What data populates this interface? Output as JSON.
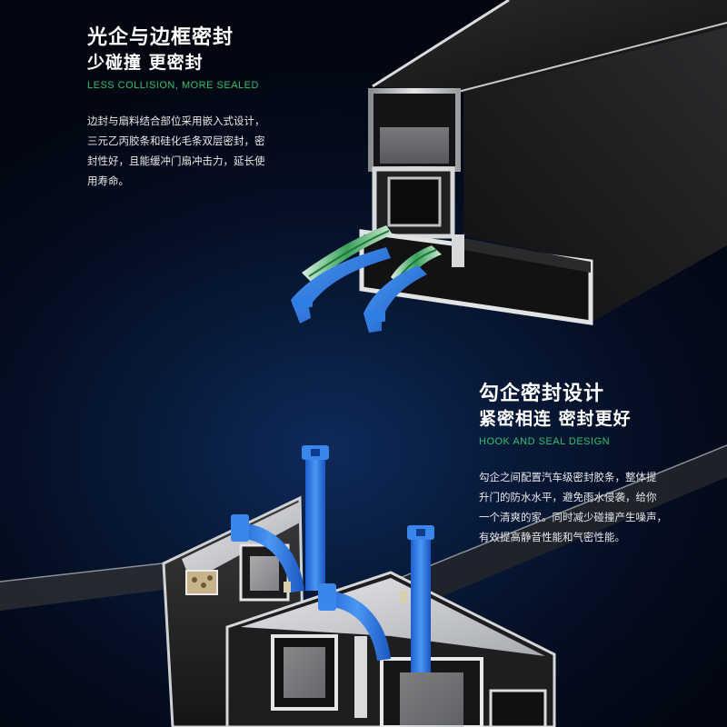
{
  "section_top": {
    "title": "光企与边框密封",
    "subtitle": "少碰撞 更密封",
    "english": "LESS COLLISION, MORE SEALED",
    "body": "边封与扇料结合部位采用嵌入式设计，\n三元乙丙胶条和硅化毛条双层密封，密\n封性好，且能缓冲门扇冲击力，延长使\n用寿命。"
  },
  "section_bottom": {
    "title": "勾企密封设计",
    "subtitle": "紧密相连 密封更好",
    "english": "HOOK AND SEAL DESIGN",
    "body": "勾企之间配置汽车级密封胶条，整体提\n升门的防水水平，避免雨水侵袭，给你\n一个清爽的家。同时减少碰撞产生噪声，\n有效提高静音性能和气密性能。"
  },
  "colors": {
    "accent_green": "#2fc36a",
    "gasket_blue": "#1e6fd8",
    "profile_black": "#1b1b1d",
    "background": "#040c1e"
  }
}
